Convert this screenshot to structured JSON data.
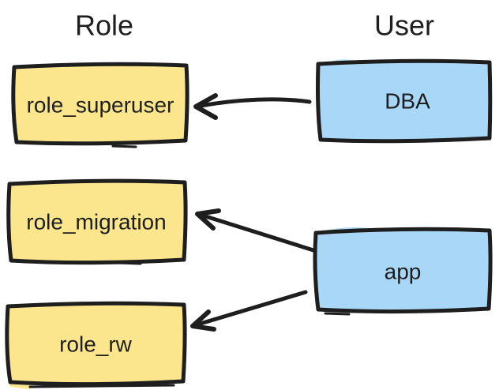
{
  "diagram": {
    "column_headers": [
      {
        "label": "Role"
      },
      {
        "label": "User"
      }
    ],
    "role_nodes": [
      {
        "label": "role_superuser"
      },
      {
        "label": "role_migration"
      },
      {
        "label": "role_rw"
      }
    ],
    "user_nodes": [
      {
        "label": "DBA"
      },
      {
        "label": "app"
      }
    ],
    "edges": [
      {
        "from": "DBA",
        "to": "role_superuser"
      },
      {
        "from": "app",
        "to": "role_migration"
      },
      {
        "from": "app",
        "to": "role_rw"
      }
    ]
  },
  "colors": {
    "role_fill": "#fbe58d",
    "user_fill": "#a9d7f7",
    "stroke": "#1e1e1e",
    "text": "#1e1e1e",
    "background": "#ffffff"
  }
}
